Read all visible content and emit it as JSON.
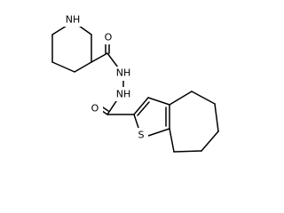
{
  "structure": {
    "atoms": {
      "piperidine_nh": "NH",
      "amide_o_upper": "O",
      "hydrazide_nh_upper": "NH",
      "hydrazide_nh_lower": "NH",
      "amide_o_lower": "O",
      "thiophene_s": "S"
    }
  },
  "colors": {
    "bond": "#000000",
    "label": "#000000",
    "background": "#ffffff"
  }
}
